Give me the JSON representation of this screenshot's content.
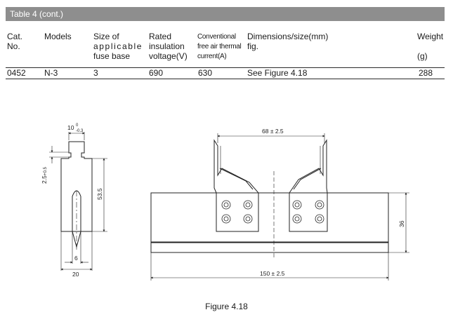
{
  "table": {
    "title": "Table 4 (cont.)",
    "headers": {
      "cat_line1": "Cat.",
      "cat_line2": "No.",
      "models": "Models",
      "size_line1": "Size of",
      "size_line2": "applicable",
      "size_line3": "fuse base",
      "rated_line1": "Rated",
      "rated_line2": "insulation",
      "rated_line3": "voltage(V)",
      "conv_line1": "Conventional",
      "conv_line2": "free air thermal",
      "conv_line3": "current(A)",
      "dim_line1": "Dimensions/size(mm)",
      "dim_line2": "fig.",
      "weight_line1": "Weight",
      "weight_line2": "(g)"
    },
    "row": {
      "cat_no": "0452",
      "model": "N-3",
      "size": "3",
      "voltage": "690",
      "current": "630",
      "figure_ref": "See Figure 4.18",
      "weight": "288"
    }
  },
  "figure": {
    "caption": "Figure 4.18",
    "dims": {
      "top_width": "10",
      "top_width_tol_upper": "0",
      "top_width_tol_lower": "-0.3",
      "notch": "2.5",
      "notch_tol": "+0.5",
      "height": "53.5",
      "blade_width": "6",
      "base_width": "20",
      "clip_span": "68 ± 2.5",
      "base_height": "36",
      "overall_length": "150 ± 2.5"
    }
  }
}
